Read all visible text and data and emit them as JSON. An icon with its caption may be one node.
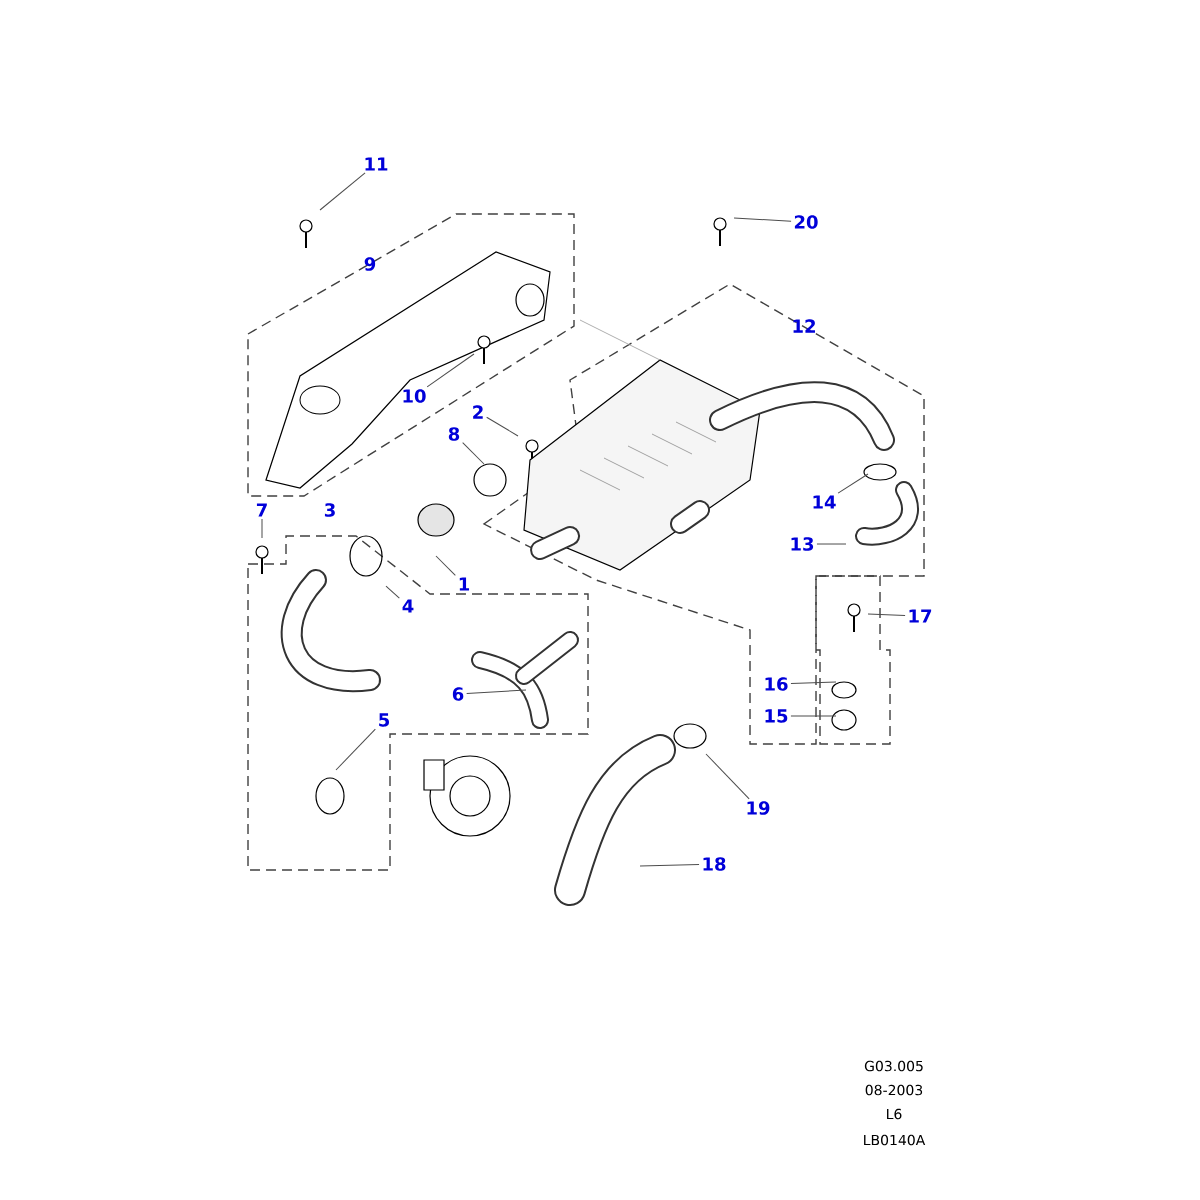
{
  "diagram": {
    "nodes": [
      {
        "text": [
          "11"
        ]
      },
      {
        "text": [
          "20"
        ]
      },
      {
        "text": [
          "9"
        ]
      },
      {
        "text": [
          "12"
        ]
      },
      {
        "text": [
          "10"
        ]
      },
      {
        "text": [
          "2"
        ]
      },
      {
        "text": [
          "8"
        ]
      },
      {
        "text": [
          "14"
        ]
      },
      {
        "text": [
          "7"
        ]
      },
      {
        "text": [
          "3"
        ]
      },
      {
        "text": [
          "13"
        ]
      },
      {
        "text": [
          "1"
        ]
      },
      {
        "text": [
          "4"
        ]
      },
      {
        "text": [
          "17"
        ]
      },
      {
        "text": [
          "16"
        ]
      },
      {
        "text": [
          "6"
        ]
      },
      {
        "text": [
          "15"
        ]
      },
      {
        "text": [
          "5"
        ]
      },
      {
        "text": [
          "19"
        ]
      },
      {
        "text": [
          "18"
        ]
      }
    ],
    "edges": [
      {
        "from": 0,
        "to": null,
        "arrow": "none"
      },
      {
        "from": 1,
        "to": null,
        "arrow": "none"
      },
      {
        "from": 4,
        "to": null,
        "arrow": "none"
      },
      {
        "from": 5,
        "to": null,
        "arrow": "none"
      },
      {
        "from": 6,
        "to": null,
        "arrow": "none"
      },
      {
        "from": 7,
        "to": null,
        "arrow": "none"
      },
      {
        "from": 8,
        "to": null,
        "arrow": "none"
      },
      {
        "from": 10,
        "to": null,
        "arrow": "none"
      },
      {
        "from": 11,
        "to": null,
        "arrow": "none"
      },
      {
        "from": 12,
        "to": null,
        "arrow": "none"
      },
      {
        "from": 13,
        "to": null,
        "arrow": "none"
      },
      {
        "from": 14,
        "to": null,
        "arrow": "none"
      },
      {
        "from": 15,
        "to": null,
        "arrow": "none"
      },
      {
        "from": 16,
        "to": null,
        "arrow": "none"
      },
      {
        "from": 17,
        "to": null,
        "arrow": "none"
      },
      {
        "from": 18,
        "to": null,
        "arrow": "none"
      },
      {
        "from": 19,
        "to": null,
        "arrow": "none"
      }
    ],
    "labels": [
      "G03.005",
      "08-2003",
      "L6",
      "LB0140A"
    ]
  }
}
